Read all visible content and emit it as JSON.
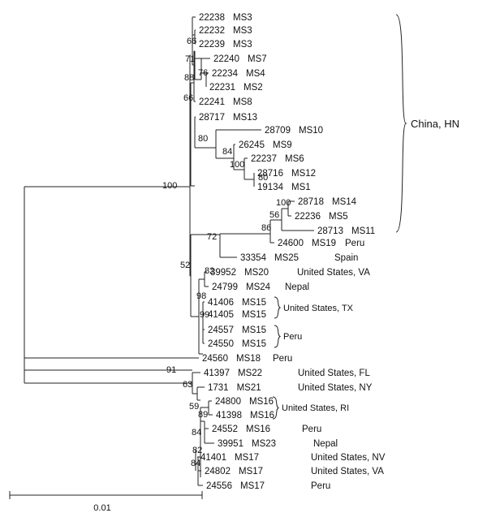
{
  "tree": {
    "leaves": [
      {
        "id": "22238",
        "ms": "MS3",
        "loc": ""
      },
      {
        "id": "22232",
        "ms": "MS3",
        "loc": ""
      },
      {
        "id": "22239",
        "ms": "MS3",
        "loc": ""
      },
      {
        "id": "22240",
        "ms": "MS7",
        "loc": ""
      },
      {
        "id": "22234",
        "ms": "MS4",
        "loc": ""
      },
      {
        "id": "22231",
        "ms": "MS2",
        "loc": ""
      },
      {
        "id": "22241",
        "ms": "MS8",
        "loc": ""
      },
      {
        "id": "28717",
        "ms": "MS13",
        "loc": ""
      },
      {
        "id": "28709",
        "ms": "MS10",
        "loc": ""
      },
      {
        "id": "26245",
        "ms": "MS9",
        "loc": ""
      },
      {
        "id": "22237",
        "ms": "MS6",
        "loc": ""
      },
      {
        "id": "28716",
        "ms": "MS12",
        "loc": ""
      },
      {
        "id": "19134",
        "ms": "MS1",
        "loc": ""
      },
      {
        "id": "28718",
        "ms": "MS14",
        "loc": ""
      },
      {
        "id": "22236",
        "ms": "MS5",
        "loc": ""
      },
      {
        "id": "28713",
        "ms": "MS11",
        "loc": ""
      },
      {
        "id": "24600",
        "ms": "MS19",
        "loc": "Peru"
      },
      {
        "id": "33354",
        "ms": "MS25",
        "loc": "Spain"
      },
      {
        "id": "39952",
        "ms": "MS20",
        "loc": "United States, VA"
      },
      {
        "id": "24799",
        "ms": "MS24",
        "loc": "Nepal"
      },
      {
        "id": "41406",
        "ms": "MS15",
        "loc": ""
      },
      {
        "id": "41405",
        "ms": "MS15",
        "loc": ""
      },
      {
        "id": "24557",
        "ms": "MS15",
        "loc": ""
      },
      {
        "id": "24550",
        "ms": "MS15",
        "loc": ""
      },
      {
        "id": "24560",
        "ms": "MS18",
        "loc": "Peru"
      },
      {
        "id": "41397",
        "ms": "MS22",
        "loc": "United States, FL"
      },
      {
        "id": "1731",
        "ms": "MS21",
        "loc": "United States, NY"
      },
      {
        "id": "24800",
        "ms": "MS16",
        "loc": ""
      },
      {
        "id": "41398",
        "ms": "MS16",
        "loc": ""
      },
      {
        "id": "24552",
        "ms": "MS16",
        "loc": "Peru"
      },
      {
        "id": "39951",
        "ms": "MS23",
        "loc": "Nepal"
      },
      {
        "id": "41401",
        "ms": "MS17",
        "loc": "United States, NV"
      },
      {
        "id": "24802",
        "ms": "MS17",
        "loc": "United States, VA"
      },
      {
        "id": "24556",
        "ms": "MS17",
        "loc": "Peru"
      }
    ],
    "bootstrap": [
      "66",
      "71",
      "76",
      "88",
      "66",
      "80",
      "84",
      "100",
      "80",
      "100",
      "100",
      "56",
      "86",
      "72",
      "52",
      "82",
      "98",
      "99",
      "91",
      "63",
      "59",
      "89",
      "84",
      "82",
      "84"
    ],
    "group_labels": [
      "China, HN",
      "United States, TX",
      "Peru",
      "United States, RI"
    ],
    "scale_label": "0.01"
  }
}
